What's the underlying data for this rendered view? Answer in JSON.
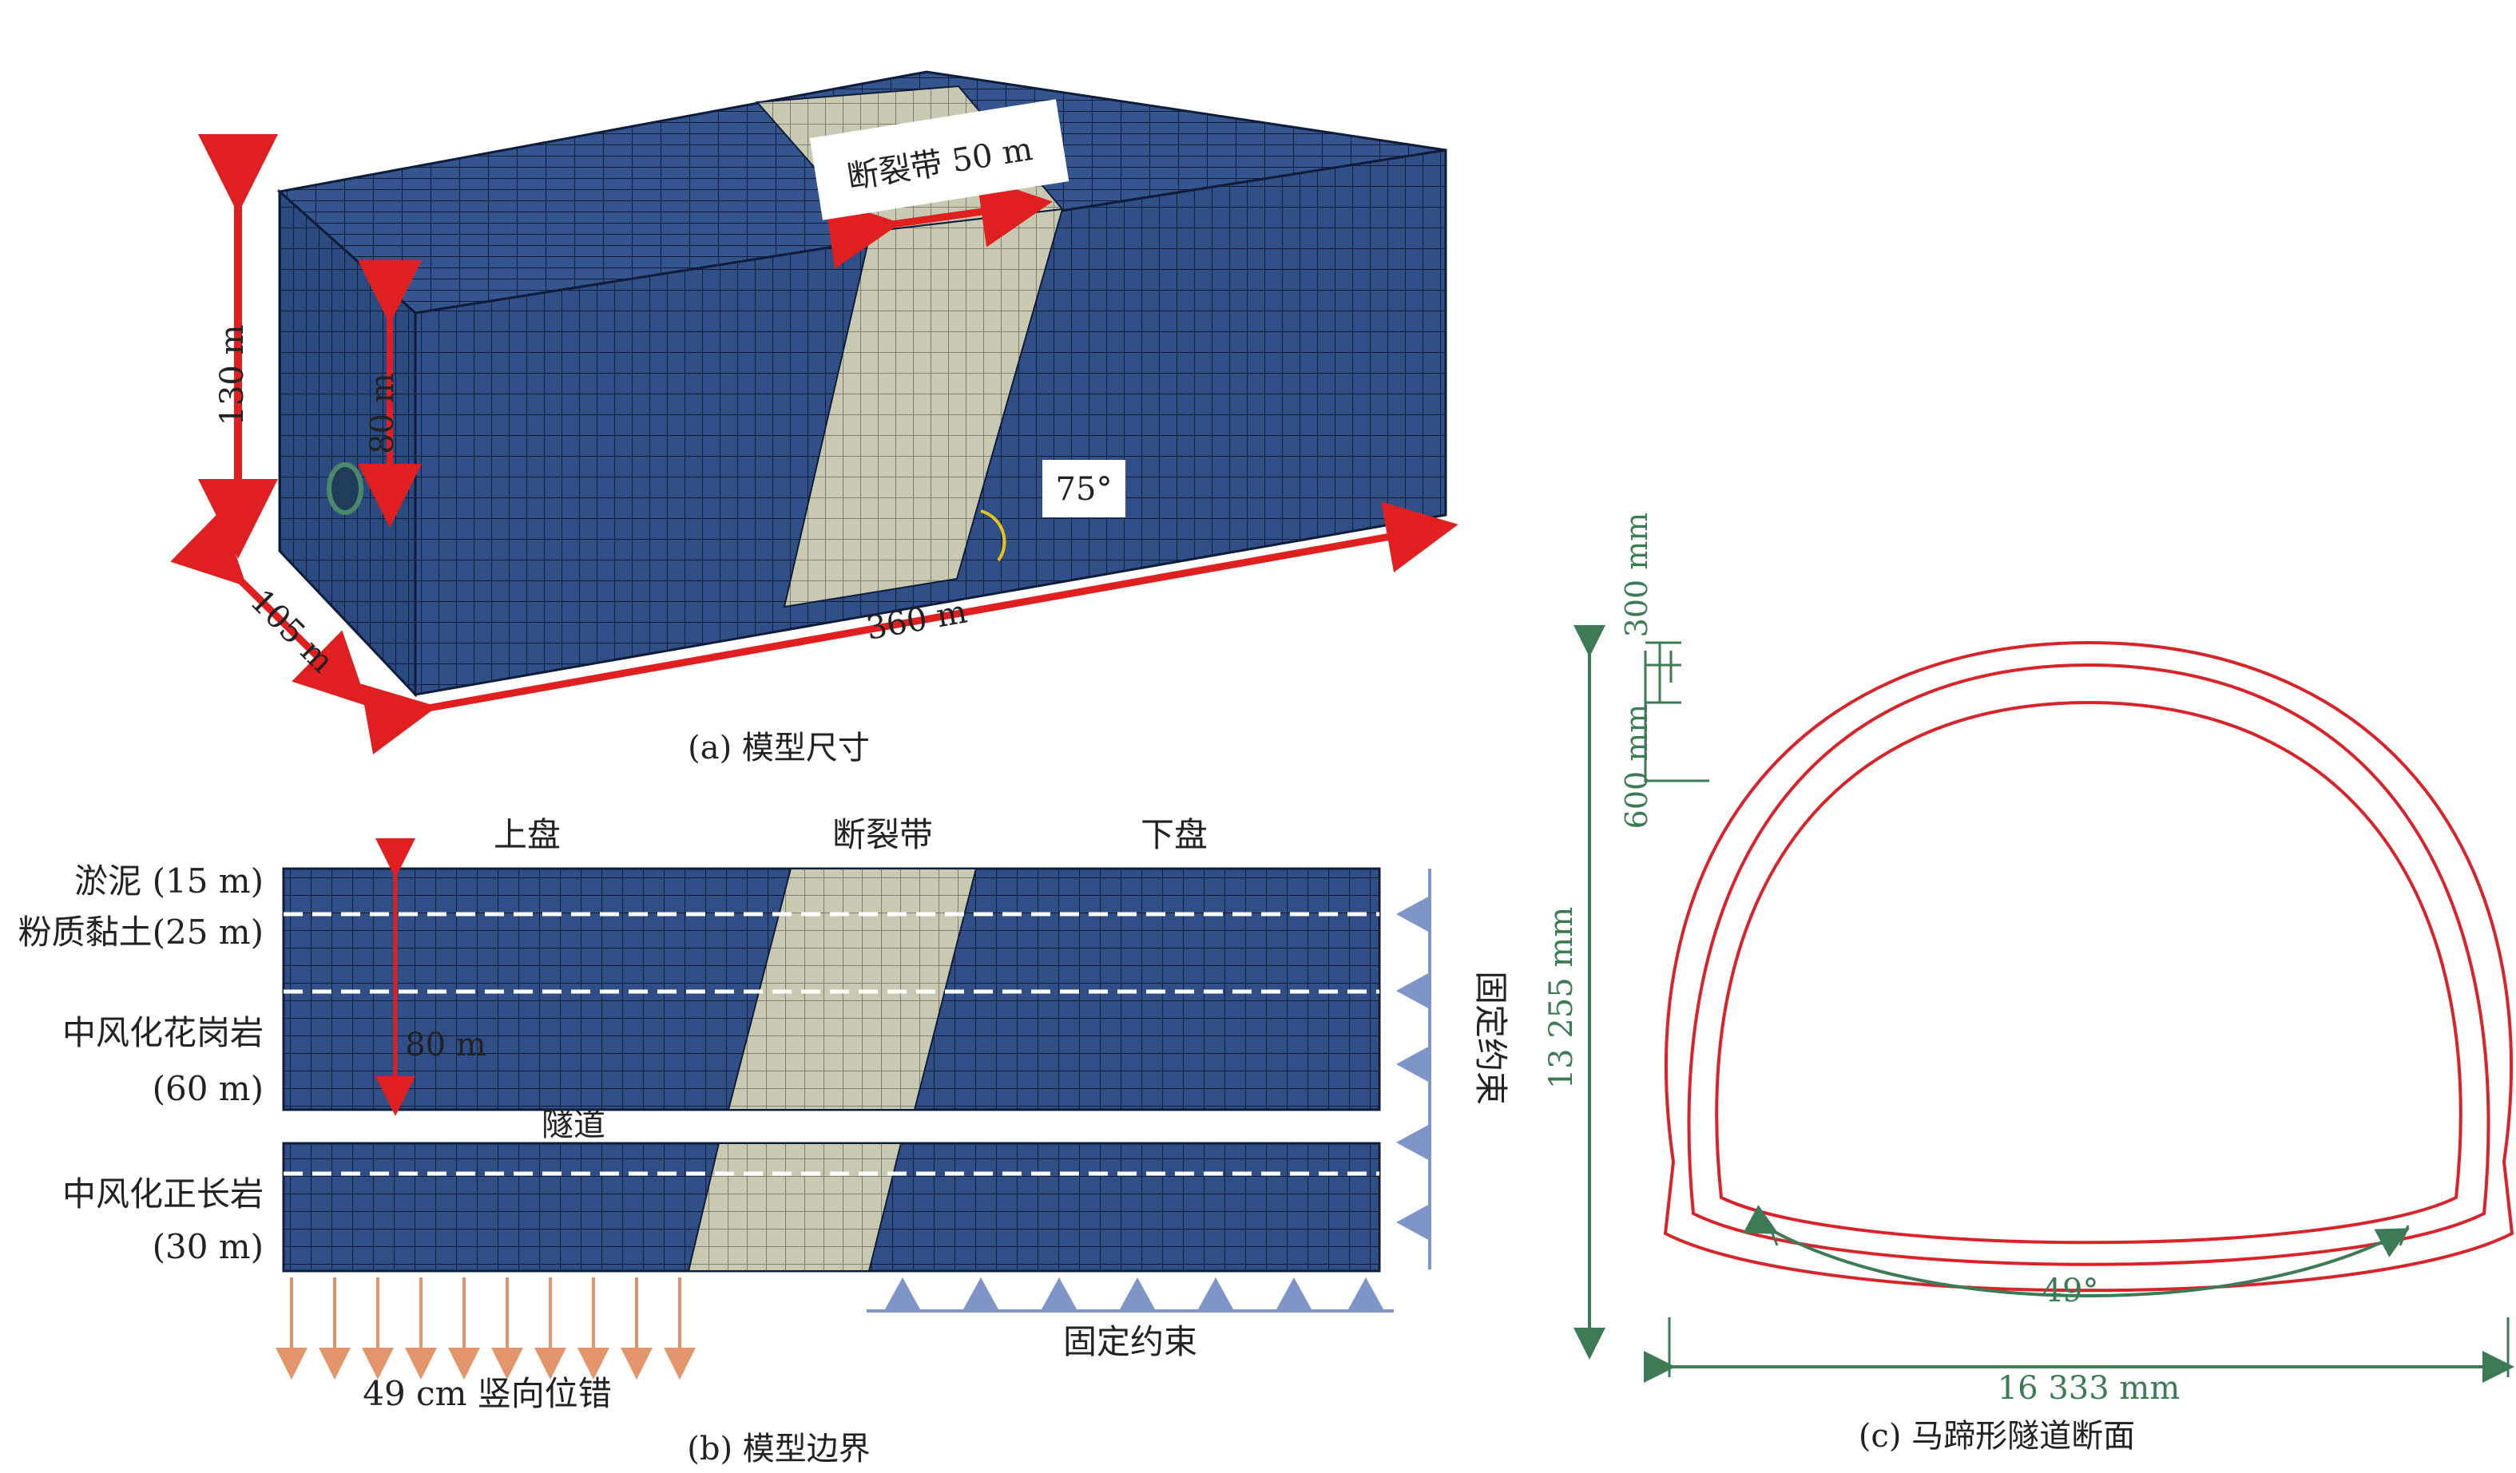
{
  "panel_a": {
    "caption": "(a) 模型尺寸",
    "fault_width_label": "断裂带 50 m",
    "height_label": "130 m",
    "tunnel_depth_label": "80 m",
    "width_label": "105 m",
    "length_label": "360 m",
    "dip_angle_label": "75°"
  },
  "panel_b": {
    "caption": "(b) 模型边界",
    "hanging_wall": "上盘",
    "fault_zone": "断裂带",
    "footwall": "下盘",
    "layers": [
      {
        "name": "淤泥 (15 m)"
      },
      {
        "name": "粉质黏土(25 m)"
      },
      {
        "name": "中风化花岗岩"
      },
      {
        "name": "(60 m)"
      },
      {
        "name": "中风化正长岩"
      },
      {
        "name": "(30 m)"
      }
    ],
    "depth_label": "80 m",
    "tunnel_label": "隧道",
    "right_constraint": "固定约束",
    "bottom_constraint": "固定约束",
    "displacement_label": "49 cm 竖向位错"
  },
  "panel_c": {
    "caption": "(c) 马蹄形隧道断面",
    "height_label": "13 255 mm",
    "width_label": "16 333 mm",
    "outer_lining": "300 mm",
    "inner_lining": "600 mm",
    "invert_angle": "49°"
  },
  "colors": {
    "rock": "#2f4f86",
    "fault": "#c9c8b0",
    "mesh": "#0f1d3a",
    "arrow": "#e02020",
    "tunnel_line": "#d8232a",
    "dim_green": "#3d7a56"
  }
}
